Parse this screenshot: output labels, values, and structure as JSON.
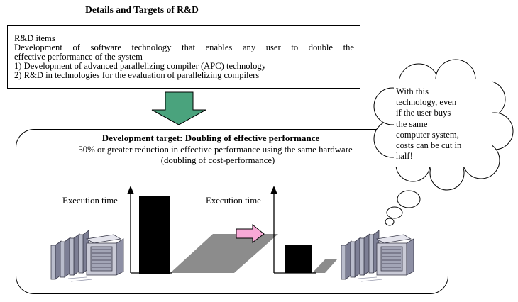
{
  "title": "Details and Targets of R&D",
  "rd_box": {
    "heading": "R&D items",
    "line1": "Development of software technology that enables any user to double the",
    "line2": "effective performance of the system",
    "item1": "1) Development of advanced parallelizing compiler (APC) technology",
    "item2": "2) R&D in technologies for the evaluation of parallelizing compilers"
  },
  "target": {
    "title": "Development target: Doubling of effective performance",
    "subtitle1": "50% or greater reduction in effective performance using the same hardware",
    "subtitle2": "(doubling of cost-performance)"
  },
  "charts": {
    "left_label": "Execution time",
    "right_label": "Execution time"
  },
  "cloud_text": {
    "line1": "With this",
    "line2": "technology, even",
    "line3": "if the user buys",
    "line4": "the same",
    "line5": "computer system,",
    "line6": "costs can be cut in",
    "line7": "half!"
  },
  "colors": {
    "down_arrow": "#4aa37d",
    "right_arrow": "#f7a9d6",
    "bar": "#000000",
    "shadow": "#8c8c8c"
  }
}
